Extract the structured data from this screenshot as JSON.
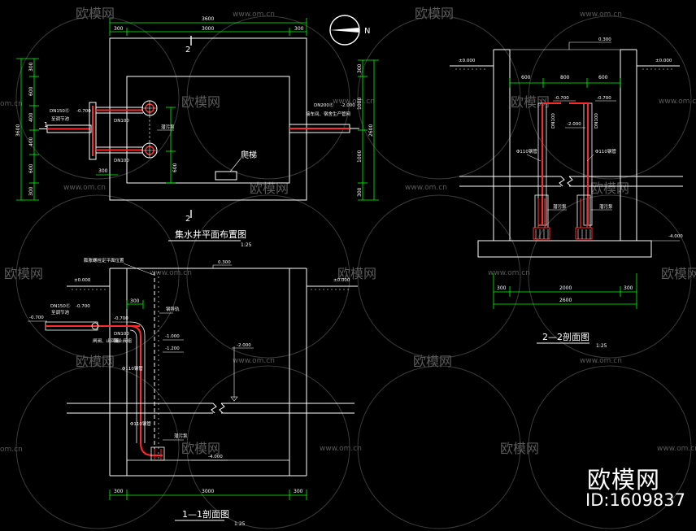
{
  "watermark": {
    "brand": "欧模网",
    "site": "www.om.cn",
    "site_short": "www.om.cn",
    "site_cut": "om.cn",
    "id": "ID:1609837"
  },
  "plan": {
    "title": "集水井平面布置图",
    "scale": "1:25",
    "section_marker": "2",
    "dims_top": {
      "total": "3600",
      "left": "300",
      "middle": "3000",
      "right": "300"
    },
    "dims_left": {
      "total": "3600",
      "a": "300",
      "b": "600",
      "c": "400",
      "d": "400",
      "e": "600",
      "f": "300"
    },
    "dims_right": {
      "total": "2600",
      "a": "300",
      "b": "1000",
      "c": "1000",
      "d": "300"
    },
    "dim_inner_600": "600",
    "dim_inner_300": "300",
    "dn150_label": "DN150Ⓔ",
    "dn150_elev": "-0.700",
    "dn150_desc": "至调节池",
    "dn100_a": "DN100",
    "dn100_b": "DN100",
    "pump_label": "潜污泵",
    "ladder_label": "爬梯",
    "dn200_label": "DN200Ⓔ",
    "dn200_elev": "-2.000",
    "dn200_desc": "接车间、宿舍生产管网",
    "section_mark_1": "1",
    "compass_n": "N"
  },
  "s11": {
    "title": "1—1剖面图",
    "scale": "1:25",
    "ground_left": "±0.000",
    "ground_right": "±0.000",
    "top_elev": "0.300",
    "support_note": "膨胀螺栓定平面位置",
    "dim_300": "300",
    "dn150_label": "DN150Ⓔ",
    "dn150_elev": "-0.700",
    "dn150_desc": "至调节池",
    "left_elev": "-0.700",
    "mid_elev": "-0.700",
    "dn100": "DN100",
    "valve_note": "闸阀、止回阀",
    "valve_note2": "截止阀组",
    "steel_note": "钢导轨",
    "elev_1000": "-1.000",
    "elev_1200": "-1.200",
    "elev_2000": "-2.000",
    "pipe_note": "Φ110钢管",
    "pipe_note2": "Φ110钢管",
    "pump_note": "潜污泵",
    "bottom_elev": "-4.000",
    "dims_bottom": {
      "left": "300",
      "middle": "3000",
      "right": "300"
    }
  },
  "s22": {
    "title": "2—2剖面图",
    "scale": "1:25",
    "ground_left": "±0.000",
    "ground_right": "±0.000",
    "top_elev": "0.300",
    "dims_top": {
      "a": "600",
      "b": "800",
      "c": "600"
    },
    "elev_a": "-0.700",
    "elev_b": "-0.700",
    "dn100": "DN100",
    "dn100b": "DN100",
    "elev_2000": "-2.000",
    "pipe_a": "Φ110钢管",
    "pipe_b": "Φ110钢管",
    "pump_a": "潜污泵",
    "pump_b": "潜污泵",
    "bottom_elev": "-4.000",
    "dims_bottom": {
      "left": "300",
      "middle": "2000",
      "right": "300"
    },
    "total": "2600"
  }
}
